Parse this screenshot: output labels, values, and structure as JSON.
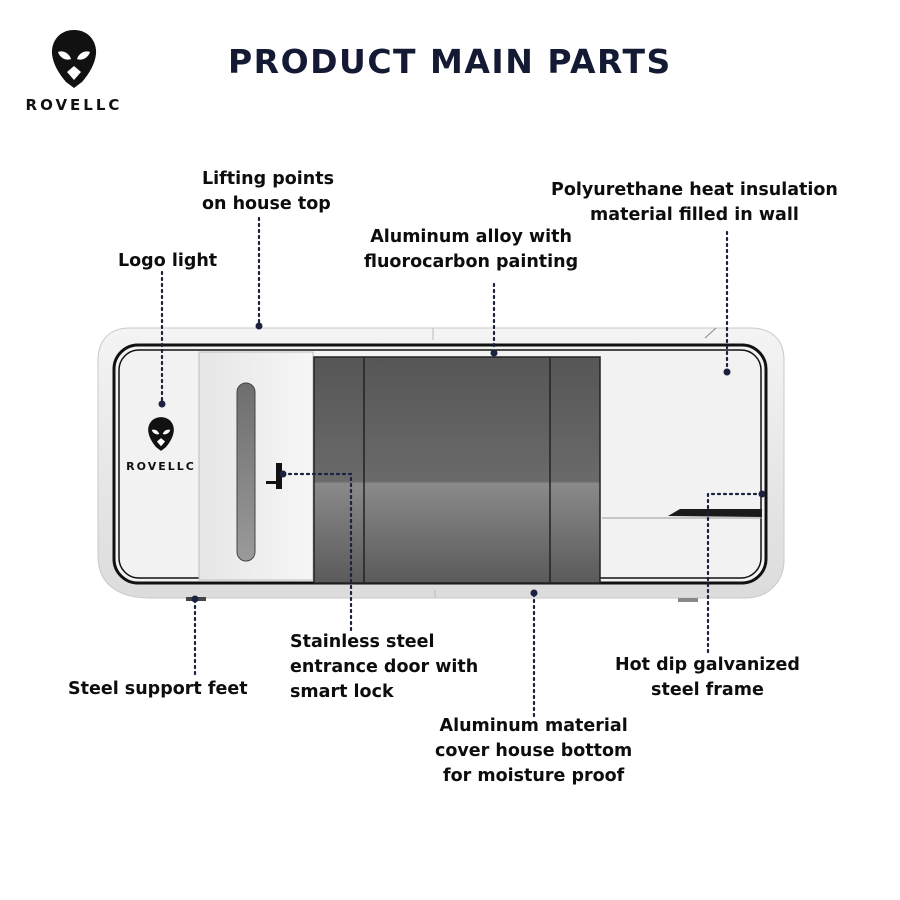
{
  "brand": {
    "name": "ROVELLC",
    "logo_icon": "alien-head-icon"
  },
  "title": "PRODUCT MAIN PARTS",
  "labels": {
    "lifting": [
      "Lifting points",
      "on house top"
    ],
    "polyurethane": [
      "Polyurethane heat insulation",
      "material filled in wall"
    ],
    "aluminum_alloy": [
      "Aluminum alloy with",
      "fluorocarbon painting"
    ],
    "logo_light": [
      "Logo light"
    ],
    "stainless": [
      "Stainless steel",
      "entrance door with",
      "smart lock"
    ],
    "steel_feet": [
      "Steel support feet"
    ],
    "galvanized": [
      "Hot dip galvanized",
      "steel frame"
    ],
    "bottom_cover": [
      "Aluminum material",
      "cover house bottom",
      "for moisture proof"
    ]
  },
  "house_brand": "ROVELLC",
  "colors": {
    "title": "#141a33",
    "leader": "#1a2240",
    "window": "#5d5d5d",
    "body": "#ececec"
  }
}
